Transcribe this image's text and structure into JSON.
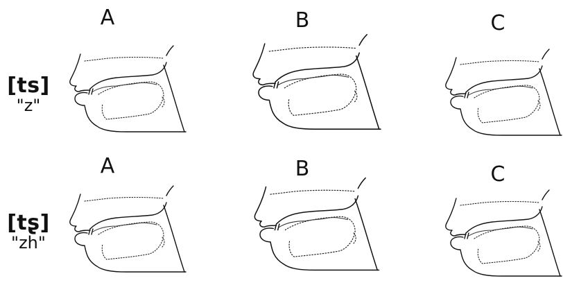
{
  "rows": [
    {
      "ipa": "[ts]",
      "pinyin": "\"z\""
    },
    {
      "ipa": "[tʂ]",
      "pinyin": "\"zh\""
    }
  ],
  "columns": [
    "A",
    "B",
    "C"
  ]
}
